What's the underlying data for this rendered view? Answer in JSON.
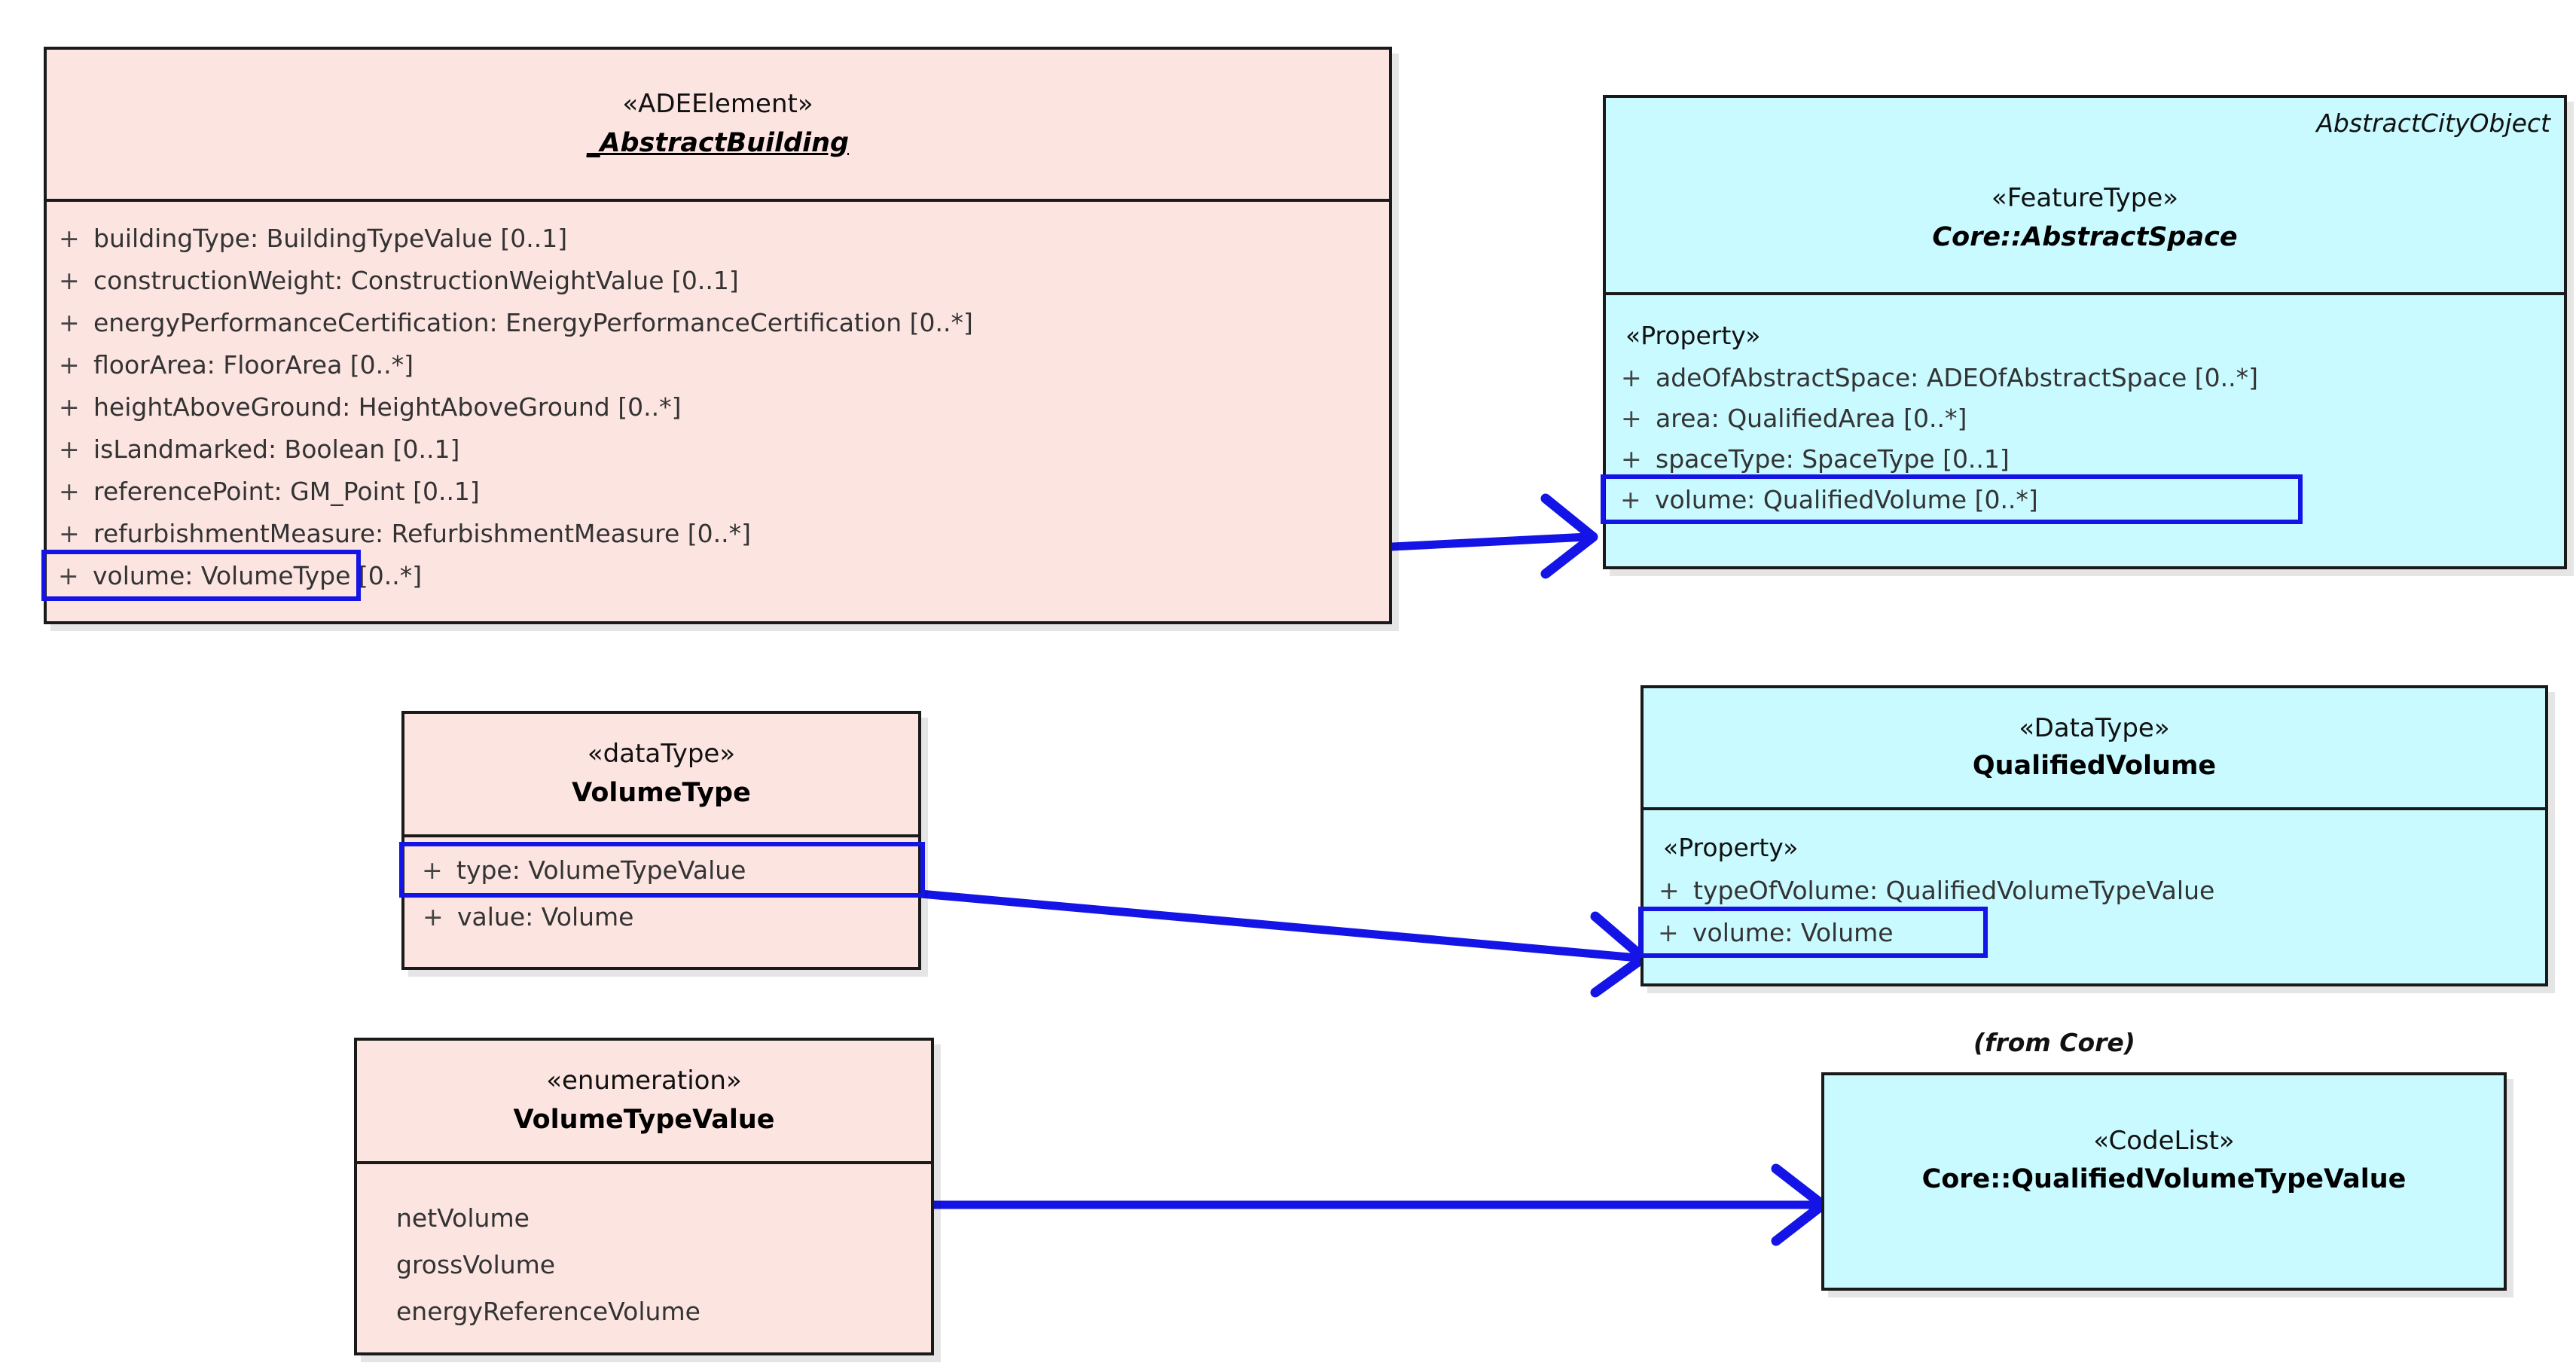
{
  "diagram": {
    "type": "uml-class-diagram",
    "title": "Volume modelling: ADE _AbstractBuilding vs Core AbstractSpace",
    "colors": {
      "ade_fill": "#fce4e1",
      "core_fill": "#c8faff",
      "border": "#1a1a1a",
      "highlight": "#1414e6",
      "connector": "#1414e6"
    }
  },
  "classes": {
    "abstract_building": {
      "stereotype": "«ADEElement»",
      "name": "_AbstractBuilding",
      "attributes": [
        {
          "visibility": "+",
          "signature": "buildingType: BuildingTypeValue [0..1]",
          "highlighted": false
        },
        {
          "visibility": "+",
          "signature": "constructionWeight: ConstructionWeightValue [0..1]",
          "highlighted": false
        },
        {
          "visibility": "+",
          "signature": "energyPerformanceCertification: EnergyPerformanceCertification [0..*]",
          "highlighted": false
        },
        {
          "visibility": "+",
          "signature": "floorArea: FloorArea [0..*]",
          "highlighted": false
        },
        {
          "visibility": "+",
          "signature": "heightAboveGround: HeightAboveGround [0..*]",
          "highlighted": false
        },
        {
          "visibility": "+",
          "signature": "isLandmarked: Boolean [0..1]",
          "highlighted": false
        },
        {
          "visibility": "+",
          "signature": "referencePoint: GM_Point [0..1]",
          "highlighted": false
        },
        {
          "visibility": "+",
          "signature": "refurbishmentMeasure: RefurbishmentMeasure [0..*]",
          "highlighted": false
        },
        {
          "visibility": "+",
          "signature": "volume: VolumeType [0..*]",
          "highlighted": true
        }
      ]
    },
    "abstract_space": {
      "corner_label": "AbstractCityObject",
      "stereotype": "«FeatureType»",
      "name": "Core::AbstractSpace",
      "property_stereotype": "«Property»",
      "attributes": [
        {
          "visibility": "+",
          "signature": "adeOfAbstractSpace: ADEOfAbstractSpace [0..*]",
          "highlighted": false
        },
        {
          "visibility": "+",
          "signature": "area: QualifiedArea [0..*]",
          "highlighted": false
        },
        {
          "visibility": "+",
          "signature": "spaceType: SpaceType [0..1]",
          "highlighted": false
        },
        {
          "visibility": "+",
          "signature": "volume: QualifiedVolume [0..*]",
          "highlighted": true
        }
      ]
    },
    "volume_type": {
      "stereotype": "«dataType»",
      "name": "VolumeType",
      "attributes": [
        {
          "visibility": "+",
          "signature": "type: VolumeTypeValue",
          "highlighted": true
        },
        {
          "visibility": "+",
          "signature": "value: Volume",
          "highlighted": false
        }
      ]
    },
    "qualified_volume": {
      "stereotype": "«DataType»",
      "name": "QualifiedVolume",
      "property_stereotype": "«Property»",
      "attributes": [
        {
          "visibility": "+",
          "signature": "typeOfVolume: QualifiedVolumeTypeValue",
          "highlighted": false
        },
        {
          "visibility": "+",
          "signature": "volume: Volume",
          "highlighted": true
        }
      ]
    },
    "volume_type_value": {
      "stereotype": "«enumeration»",
      "name": "VolumeTypeValue",
      "literals": [
        "netVolume",
        "grossVolume",
        "energyReferenceVolume"
      ]
    },
    "qualified_volume_type_value": {
      "caption": "(from Core)",
      "stereotype": "«CodeList»",
      "name": "Core::QualifiedVolumeTypeValue"
    }
  },
  "connectors": [
    {
      "id": "conn-volume-to-qualifiedvolume",
      "from": "abstract_building.volume",
      "to": "abstract_space.volume",
      "style": "open-arrow"
    },
    {
      "id": "conn-type-to-volume",
      "from": "volume_type.type",
      "to": "qualified_volume.volume",
      "style": "open-arrow"
    },
    {
      "id": "conn-enum-to-codelist",
      "from": "volume_type_value",
      "to": "qualified_volume_type_value",
      "style": "open-arrow"
    }
  ]
}
